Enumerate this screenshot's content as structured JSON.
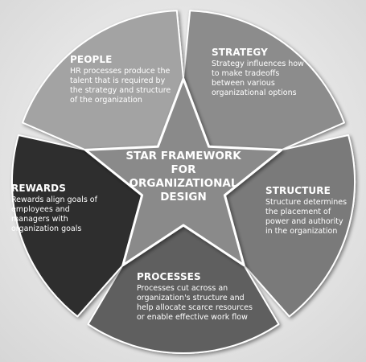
{
  "center": {
    "title": "STAR FRAMEWORK\nFOR\nORGANIZATIONAL\nDESIGN"
  },
  "segments": [
    {
      "key": "strategy",
      "title": "STRATEGY",
      "description": "Strategy influences how to make tradeoffs between various organizational options",
      "color": "#8c8c8c"
    },
    {
      "key": "structure",
      "title": "STRUCTURE",
      "description": "Structure determines the placement of power and authority in the organization",
      "color": "#7a7a7a"
    },
    {
      "key": "processes",
      "title": "PROCESSES",
      "description": "Processes cut across an organization's structure and help allocate scarce resources or enable effective work flow",
      "color": "#5f5f5f"
    },
    {
      "key": "rewards",
      "title": "REWARDS",
      "description": "Rewards align goals of employees and managers with organization goals",
      "color": "#2e2e2e"
    },
    {
      "key": "people",
      "title": "PEOPLE",
      "description": "HR processes produce the talent that is required by the strategy and structure of the organization",
      "color": "#a3a3a3"
    }
  ],
  "star": {
    "color": "#8a8a8a"
  }
}
